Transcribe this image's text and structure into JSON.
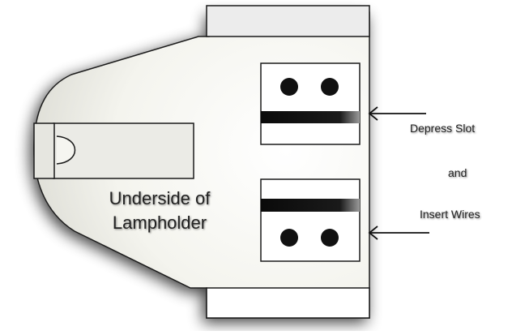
{
  "diagram": {
    "main_label_line1": "Underside of",
    "main_label_line2": "Lampholder",
    "callout_line1": "Depress Slot",
    "callout_line2": "and",
    "callout_line3": "Insert Wires"
  },
  "colors": {
    "body_fill": "#f2f2ec",
    "outline": "#111111",
    "slot_bar": "#111111",
    "background": "#ffffff"
  }
}
